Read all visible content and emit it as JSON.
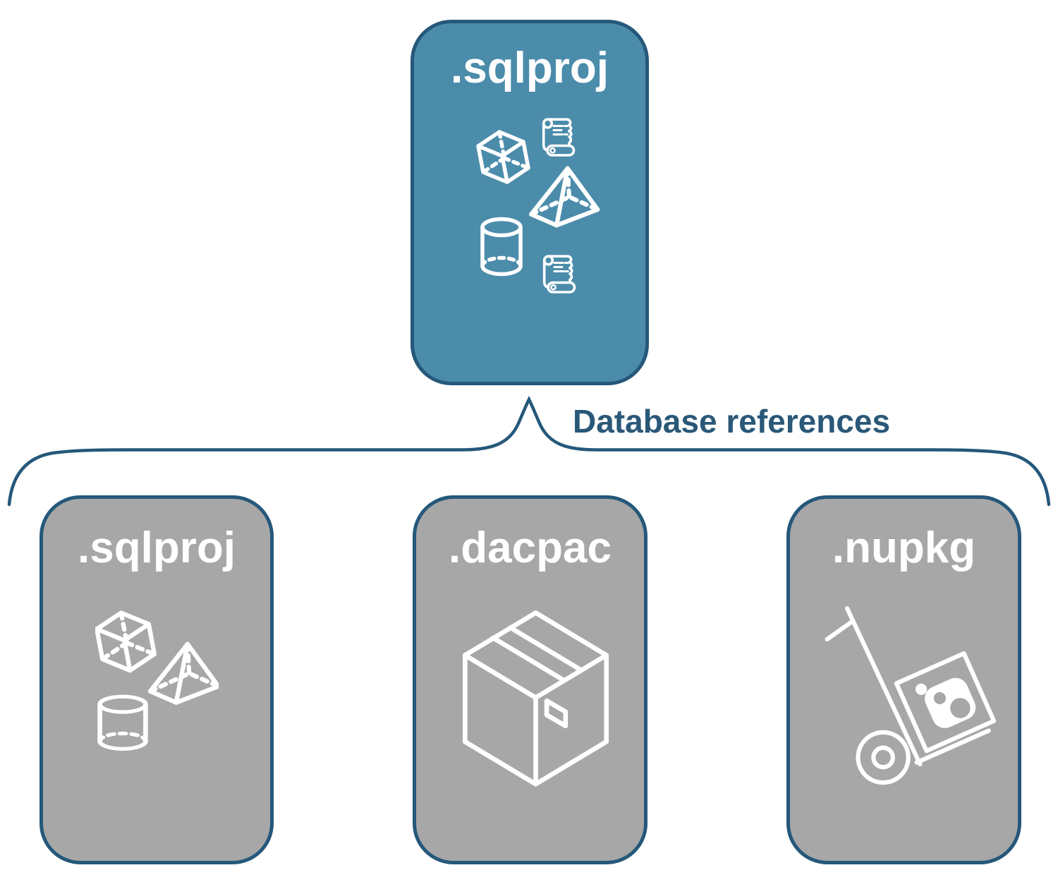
{
  "diagram": {
    "root_node": {
      "label": ".sqlproj",
      "icons": [
        "cube-icon",
        "scroll-icon",
        "pyramid-icon",
        "cylinder-icon",
        "scroll-icon"
      ]
    },
    "connector_label": "Database references",
    "child_nodes": [
      {
        "label": ".sqlproj",
        "icons": [
          "cube-icon",
          "pyramid-icon",
          "cylinder-icon"
        ]
      },
      {
        "label": ".dacpac",
        "icons": [
          "package-box-icon"
        ]
      },
      {
        "label": ".nupkg",
        "icons": [
          "nuget-handtruck-icon"
        ]
      }
    ],
    "colors": {
      "root_fill": "#4B8CAB",
      "child_fill": "#A7A7A7",
      "border": "#25587A",
      "label_text": "#2A5878",
      "icon_stroke": "#FFFFFF",
      "background": "#FFFFFF"
    }
  }
}
